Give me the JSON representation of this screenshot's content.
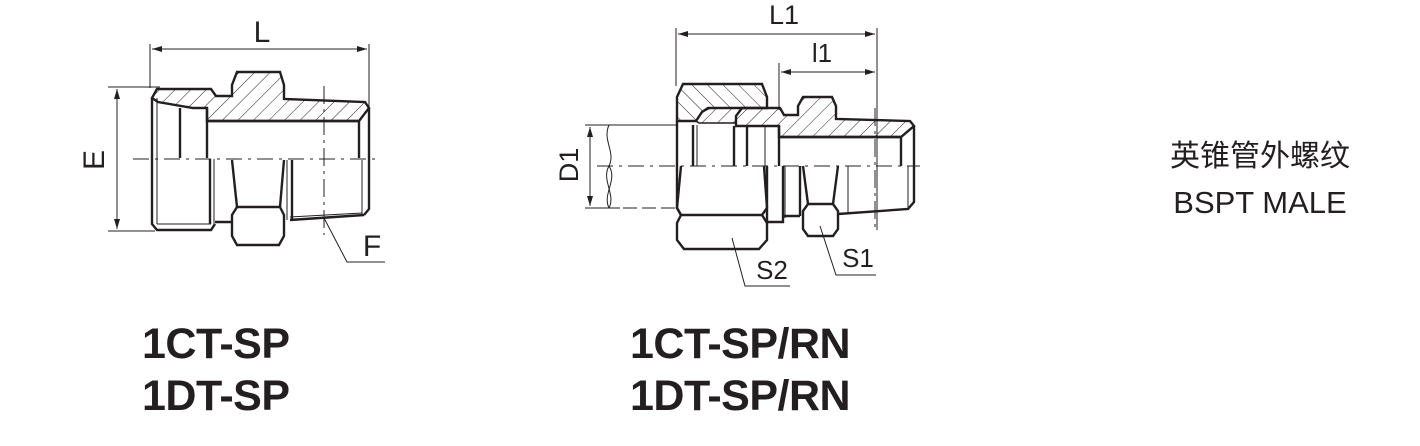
{
  "figure": {
    "type": "technical drawing",
    "subject": "hydraulic adapter fittings, half-section views"
  },
  "left_drawing": {
    "dimensions": {
      "length_label": "L",
      "height_label": "E",
      "thread_label": "F"
    },
    "part_numbers": [
      "1CT-SP",
      "1DT-SP"
    ]
  },
  "right_drawing": {
    "dimensions": {
      "overall_length_label": "L1",
      "thread_length_label": "l1",
      "tube_diameter_label": "D1",
      "nut_hex_label": "S2",
      "body_hex_label": "S1"
    },
    "part_numbers": [
      "1CT-SP/RN",
      "1DT-SP/RN"
    ]
  },
  "spec": {
    "thread_type_cn": "英锥管外螺纹",
    "thread_type_en": "BSPT MALE"
  },
  "colors": {
    "line": "#231f20",
    "background": "#ffffff"
  }
}
